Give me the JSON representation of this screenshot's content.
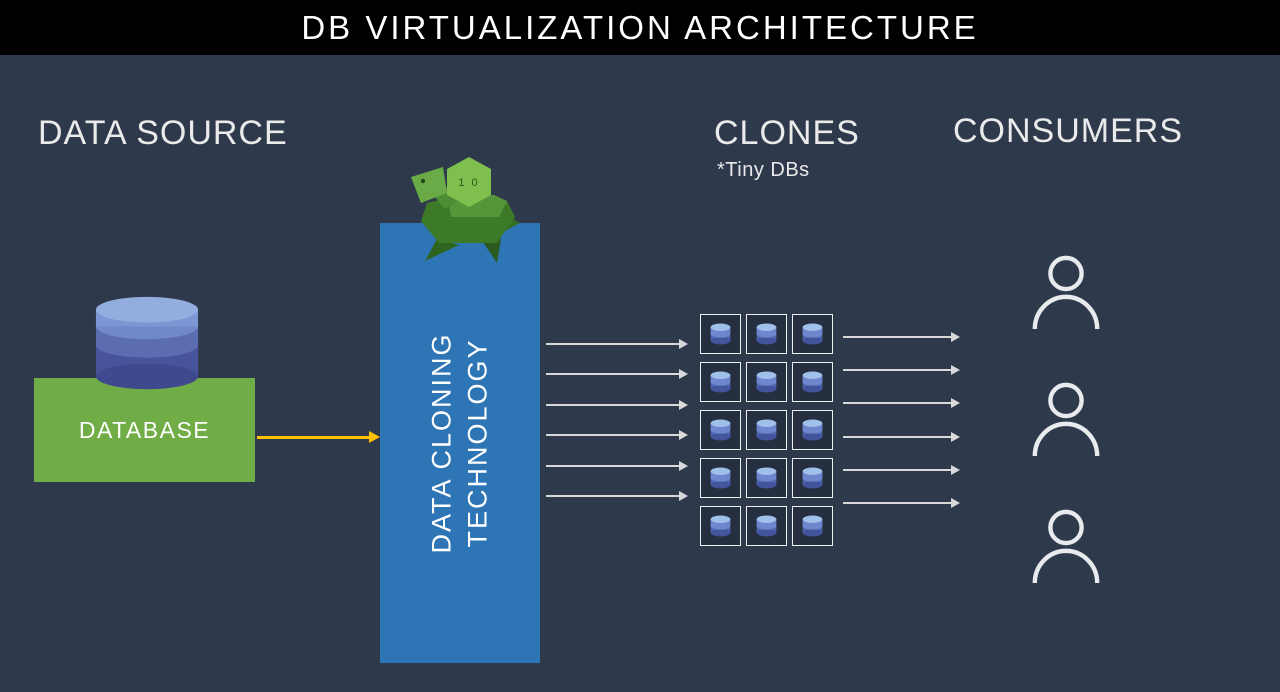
{
  "title": "DB VIRTUALIZATION ARCHITECTURE",
  "colors": {
    "background": "#2e3a4c",
    "title_bar": "#000000",
    "heading_text": "#eaeaea",
    "green": "#70ad47",
    "blue": "#2e75b6",
    "orange_arrow": "#ffc000",
    "light_arrow": "#d9d9d9",
    "white_text": "#ffffff"
  },
  "data_source": {
    "heading": "DATA SOURCE",
    "database_label": "DATABASE"
  },
  "cloning_box": {
    "label_line1": "DATA CLONING",
    "label_line2": "TECHNOLOGY",
    "turtle_shell_text": "1 0"
  },
  "clones": {
    "heading": "CLONES",
    "subheading": "*Tiny DBs",
    "grid": {
      "rows": 5,
      "cols": 3
    },
    "arrows_in_count": 6,
    "arrows_out_count": 6
  },
  "consumers": {
    "heading": "CONSUMERS",
    "count": 3
  },
  "icons": {
    "database": "database-cylinder-icon",
    "turtle": "turtle-icon",
    "tiny_db": "tiny-database-icon",
    "consumer": "person-icon",
    "flow_arrow": "right-arrow-icon"
  }
}
